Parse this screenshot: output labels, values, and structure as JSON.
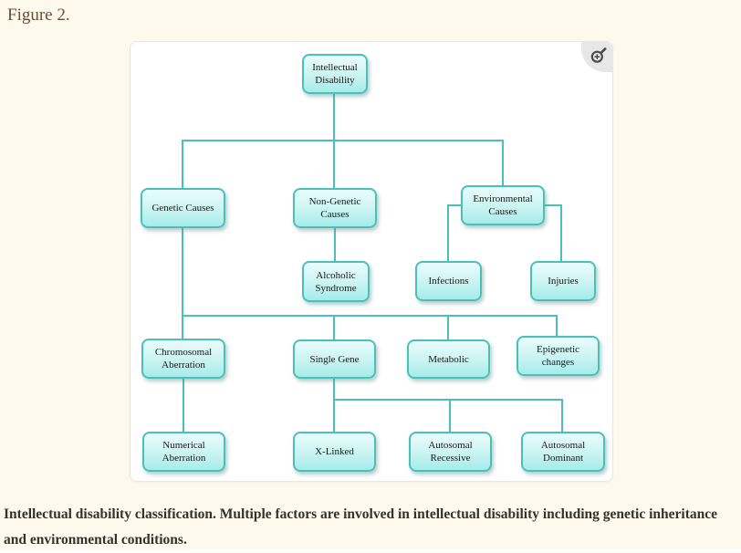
{
  "figure_label": "Figure 2.",
  "caption": "Intellectual disability classification. Multiple factors are involved in intellectual disability including genetic inheritance and environmental conditions.",
  "zoom_button": {
    "icon": "magnifier-plus"
  },
  "colors": {
    "page_background": "#fdf9ec",
    "figure_label_color": "#744a30",
    "caption_color": "#33332c",
    "node_border_and_lines": "#49c0ba",
    "node_fill_top": "#eafcfc",
    "node_fill_bottom": "#a6ecea"
  },
  "diagram": {
    "nodes": {
      "intellectual_disability": {
        "label": "Intellectual Disability"
      },
      "genetic": {
        "label": "Genetic Causes"
      },
      "non_genetic": {
        "label": "Non-Genetic Causes"
      },
      "environmental": {
        "label": "Environmental Causes"
      },
      "alcoholic": {
        "label": "Alcoholic Syndrome"
      },
      "infections": {
        "label": "Infections"
      },
      "injuries": {
        "label": "Injuries"
      },
      "chromosomal": {
        "label": "Chromosomal Aberration"
      },
      "single_gene": {
        "label": "Single Gene"
      },
      "metabolic": {
        "label": "Metabolic"
      },
      "epigenetic": {
        "label": "Epigenetic changes"
      },
      "numerical": {
        "label": "Numerical Aberration"
      },
      "x_linked": {
        "label": "X-Linked"
      },
      "autosomal_recessive": {
        "label": "Autosomal Recessive"
      },
      "autosomal_dominant": {
        "label": "Autosomal Dominant"
      }
    },
    "edges": [
      [
        "Intellectual Disability",
        "Genetic Causes"
      ],
      [
        "Intellectual Disability",
        "Non-Genetic Causes"
      ],
      [
        "Intellectual Disability",
        "Environmental Causes"
      ],
      [
        "Non-Genetic Causes",
        "Alcoholic Syndrome"
      ],
      [
        "Environmental Causes",
        "Infections"
      ],
      [
        "Environmental Causes",
        "Injuries"
      ],
      [
        "Genetic Causes",
        "Chromosomal Aberration"
      ],
      [
        "Genetic Causes",
        "Single Gene"
      ],
      [
        "Genetic Causes",
        "Metabolic"
      ],
      [
        "Genetic Causes",
        "Epigenetic changes"
      ],
      [
        "Chromosomal Aberration",
        "Numerical Aberration"
      ],
      [
        "Single Gene",
        "X-Linked"
      ],
      [
        "Single Gene",
        "Autosomal Recessive"
      ],
      [
        "Single Gene",
        "Autosomal Dominant"
      ]
    ]
  }
}
